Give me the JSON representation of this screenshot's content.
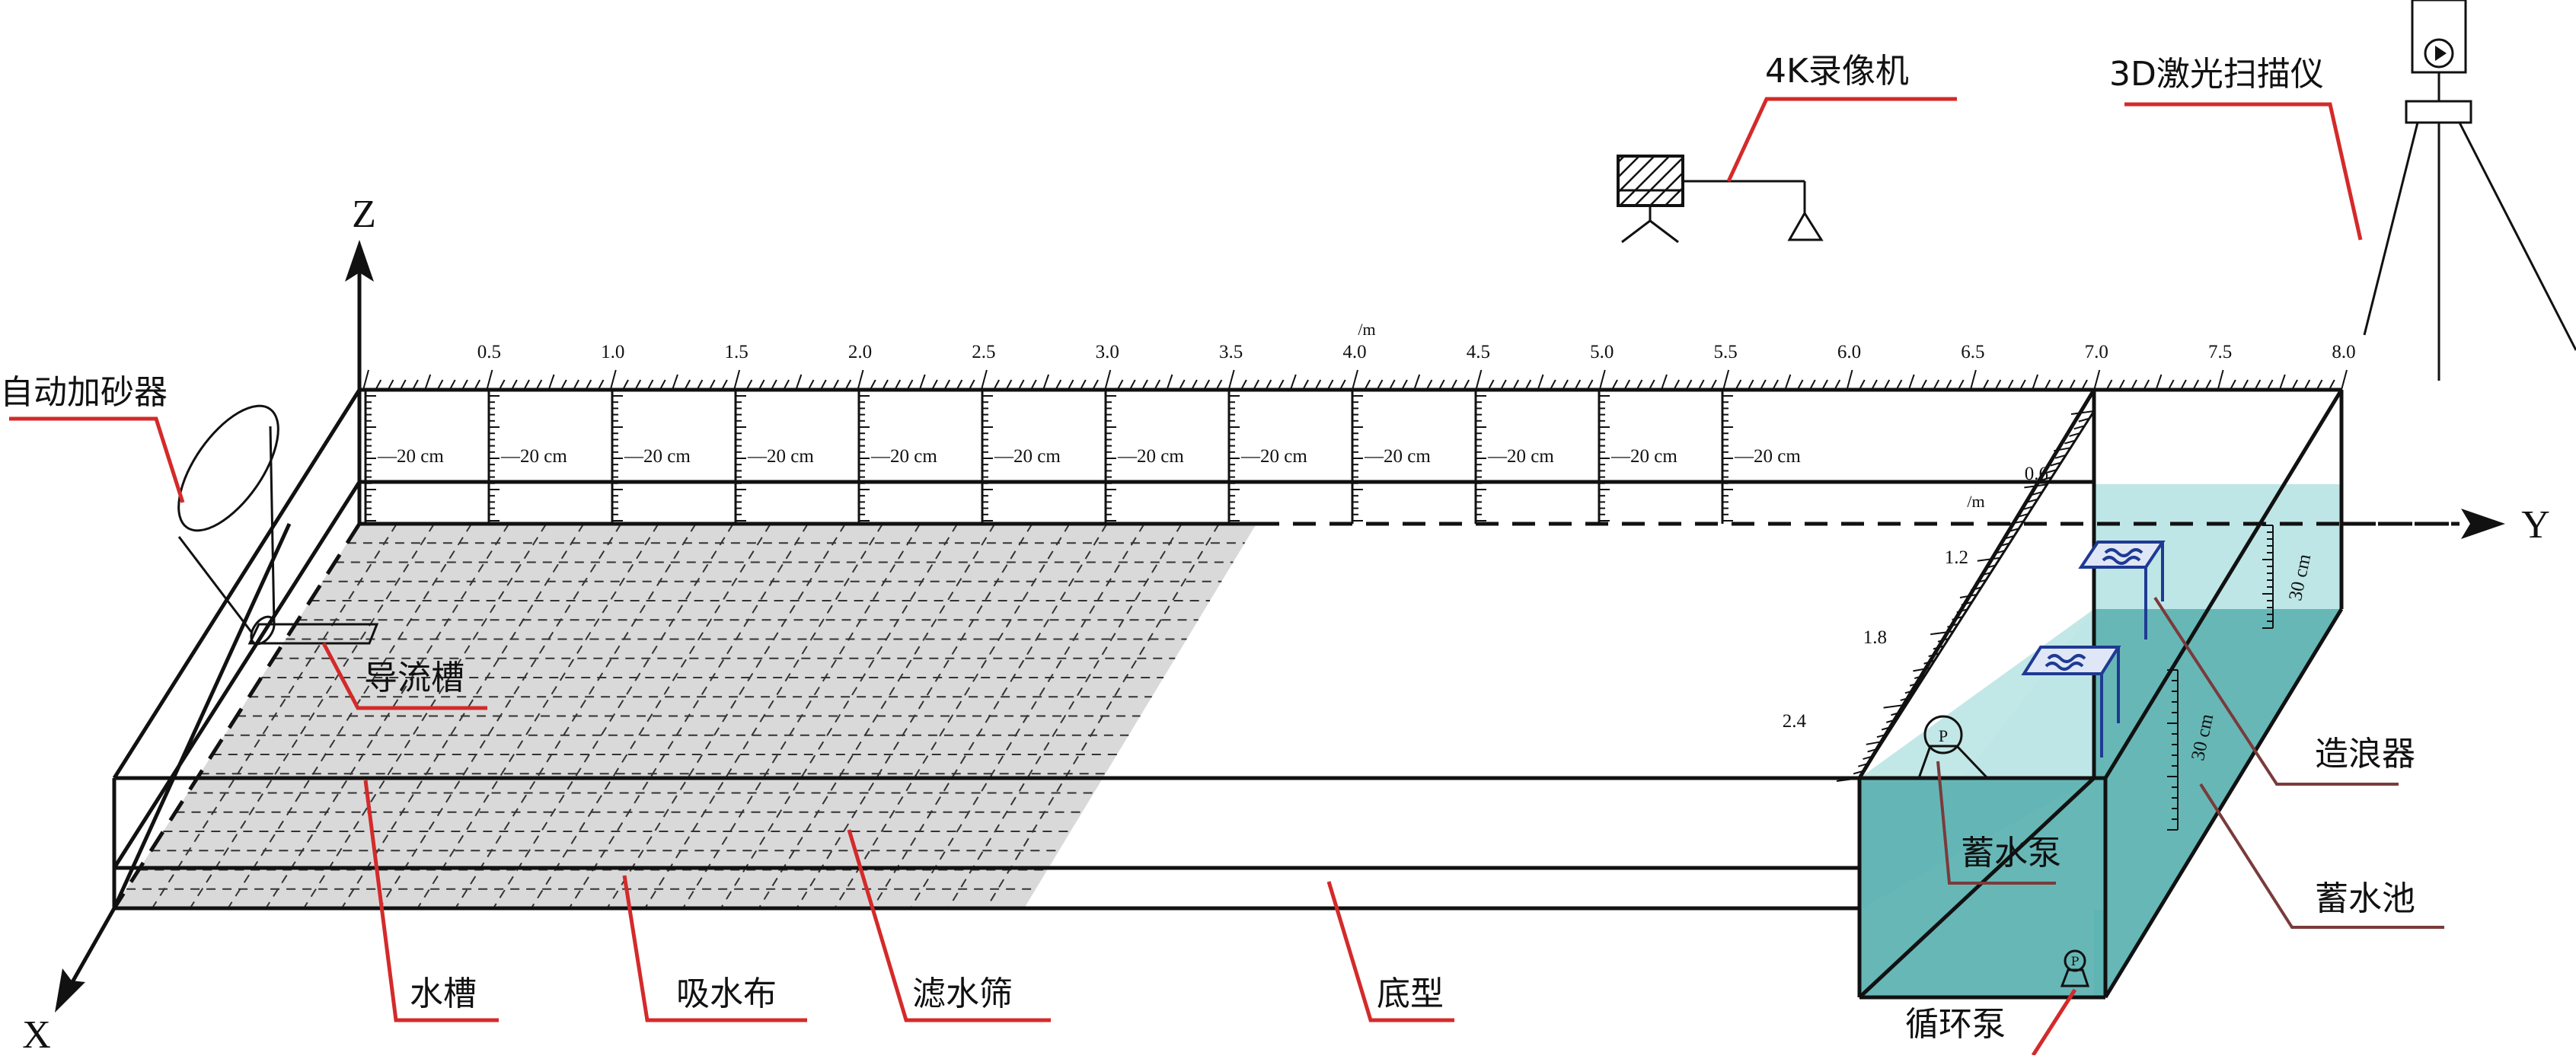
{
  "axes": {
    "x": "X",
    "y": "Y",
    "z": "Z"
  },
  "ruler_top": {
    "unit": "/m",
    "ticks": [
      "0.5",
      "1.0",
      "1.5",
      "2.0",
      "2.5",
      "3.0",
      "3.5",
      "4.0",
      "4.5",
      "5.0",
      "5.5",
      "6.0",
      "6.5",
      "7.0",
      "7.5",
      "8.0"
    ],
    "segment_label": "20 cm",
    "segment_count": 12
  },
  "ruler_side": {
    "unit": "/m",
    "ticks": [
      "0.6",
      "1.2",
      "1.8",
      "2.4"
    ]
  },
  "tank_depth_label": "30 cm",
  "labels": {
    "sand_adder": "自动加砂器",
    "diversion": "导流槽",
    "flume": "水槽",
    "absorbent_cloth": "吸水布",
    "filter_screen": "滤水筛",
    "bottom_model": "底型",
    "camera_4k": "4K录像机",
    "laser_scanner": "3D激光扫描仪",
    "wave_maker": "造浪器",
    "storage_pump": "蓄水泵",
    "reservoir": "蓄水池",
    "circulation_pump": "循环泵",
    "pump_symbol": "P"
  },
  "colors": {
    "water_light": "#bfe6e6",
    "water_dark": "#5fb3b3",
    "sand": "#d9d9d9",
    "leader": "#d42a2a",
    "device_blue": "#1f3a93"
  }
}
